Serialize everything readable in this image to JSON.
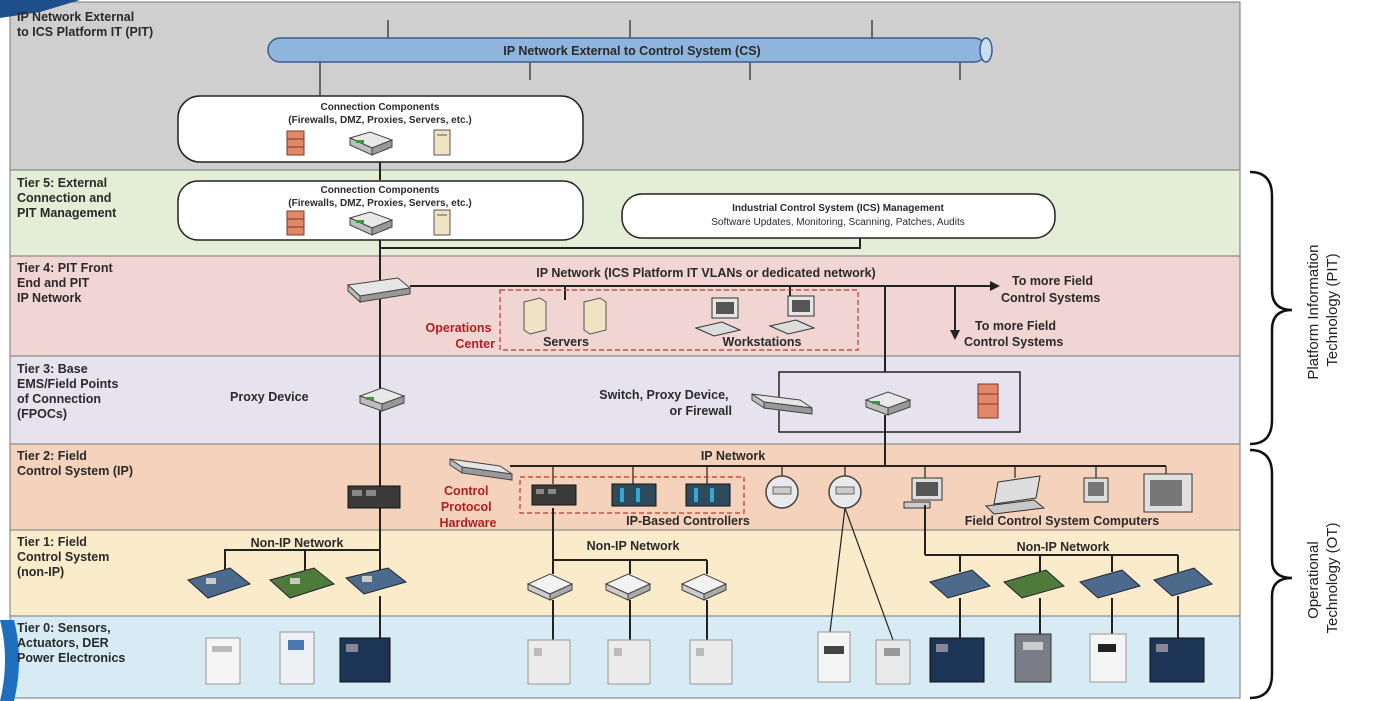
{
  "colors": {
    "tier_pit_external": "#cfcfcf",
    "tier5": "#e4edd6",
    "tier4": "#f1d5d3",
    "tier3": "#e6e3ee",
    "tier2": "#f5d2bb",
    "tier1": "#faeccb",
    "tier0": "#d7ebf4",
    "pipe": "#8fb4dd",
    "operations_red": "#b02020"
  },
  "tiers": {
    "pit_external": [
      "IP Network External",
      "to ICS Platform IT (PIT)"
    ],
    "tier5": [
      "Tier 5: External",
      "Connection and",
      "PIT Management"
    ],
    "tier4": [
      "Tier 4: PIT Front",
      "End and PIT",
      "IP Network"
    ],
    "tier3": [
      "Tier 3: Base",
      "EMS/Field Points",
      "of Connection",
      "(FPOCs)"
    ],
    "tier2": [
      "Tier 2: Field",
      "Control System (IP)"
    ],
    "tier1": [
      "Tier 1: Field",
      "Control System",
      "(non-IP)"
    ],
    "tier0": [
      "Tier 0: Sensors,",
      "Actuators, DER",
      "Power Electronics"
    ]
  },
  "pipe_label": "IP Network External to Control System (CS)",
  "connection_box_top": {
    "title": "Connection Components",
    "subtitle": "(Firewalls, DMZ, Proxies, Servers, etc.)"
  },
  "connection_box_tier5": {
    "title": "Connection Components",
    "subtitle": "(Firewalls, DMZ, Proxies, Servers, etc.)"
  },
  "ics_management": {
    "title": "Industrial Control System (ICS) Management",
    "subtitle": "Software Updates, Monitoring, Scanning, Patches, Audits"
  },
  "tier4_network": "IP Network (ICS Platform IT VLANs or dedicated network)",
  "to_more_1": [
    "To more Field",
    "Control Systems"
  ],
  "to_more_2": [
    "To more Field",
    "Control Systems"
  ],
  "operations_center": [
    "Operations",
    "Center"
  ],
  "servers": "Servers",
  "workstations": "Workstations",
  "proxy_device": "Proxy Device",
  "switch_proxy": [
    "Switch, Proxy Device,",
    "or Firewall"
  ],
  "tier2_network": "IP Network",
  "control_protocol": [
    "Control",
    "Protocol",
    "Hardware"
  ],
  "ip_controllers": "IP-Based Controllers",
  "field_computers": "Field Control System Computers",
  "non_ip_1": "Non-IP Network",
  "non_ip_2": "Non-IP Network",
  "non_ip_3": "Non-IP Network",
  "brace_pit": [
    "Platform Information",
    "Technology (PIT)"
  ],
  "brace_ot": [
    "Operational",
    "Technology (OT)"
  ]
}
